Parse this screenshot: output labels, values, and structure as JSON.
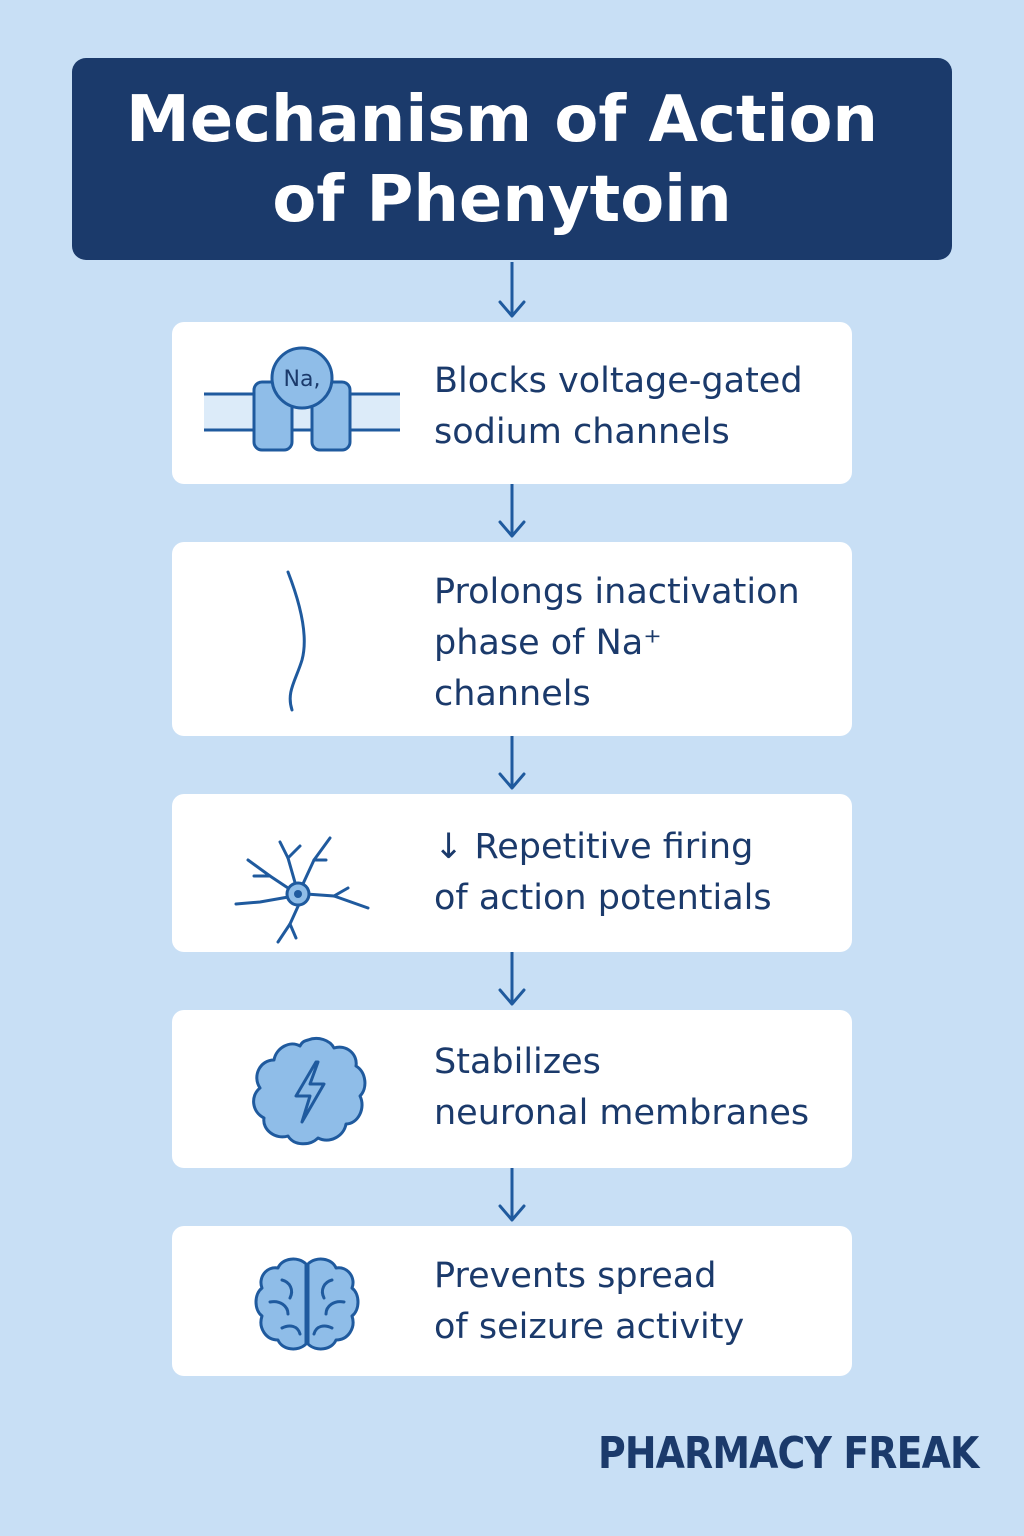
{
  "title": {
    "line1": "Mechanism of Action",
    "line2": "of Phenytoin"
  },
  "steps": [
    {
      "icon": "sodium-channel-icon",
      "icon_label": "Na,",
      "lines": [
        "Blocks voltage-gated",
        "sodium channels"
      ]
    },
    {
      "icon": "wave-line-icon",
      "lines": [
        "Prolongs inactivation",
        "phase of Na⁺",
        "channels"
      ]
    },
    {
      "icon": "neuron-icon",
      "lines": [
        "↓ Repetitive firing",
        "of action potentials"
      ]
    },
    {
      "icon": "lightning-brain-icon",
      "lines": [
        "Stabilizes",
        "neuronal membranes"
      ]
    },
    {
      "icon": "brain-icon",
      "lines": [
        "Prevents spread",
        "of seizure activity"
      ]
    }
  ],
  "brand": "PHARMACY FREAK",
  "colors": {
    "background": "#c8dff5",
    "navy": "#1b3a6b",
    "icon_fill": "#8fbde8",
    "icon_stroke": "#1f5a9e",
    "card": "#ffffff"
  }
}
